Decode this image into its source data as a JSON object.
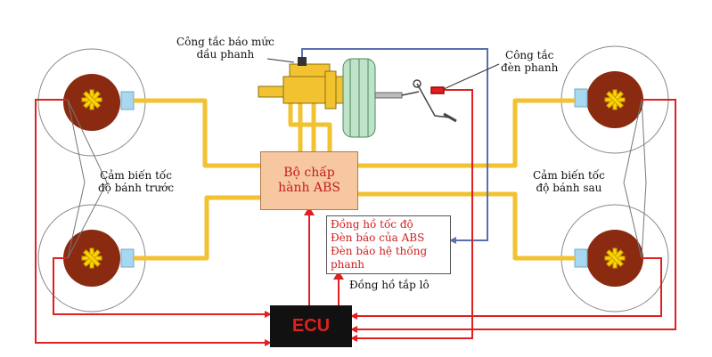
{
  "labels": {
    "master_cylinder_switch": [
      "Công tắc báo mức",
      "dầu phanh"
    ],
    "brake_light_switch": [
      "Công tắc",
      "đèn phanh"
    ],
    "front_sensor": [
      "Cảm biến tốc",
      "độ bánh trước"
    ],
    "rear_sensor": [
      "Cảm biến tốc",
      "độ bánh sau"
    ],
    "abs_actuator": [
      "Bộ chấp",
      "hành ABS"
    ],
    "dashboard_items": [
      "Đồng hồ tốc độ",
      "Đèn báo của ABS",
      "Đèn báo hệ thống",
      "phanh"
    ],
    "dashboard_title": "Đồng hồ tắp lô",
    "ecu": "ECU"
  },
  "colors": {
    "brake_line": "#f2c230",
    "signal_wire": "#e02020",
    "sensor_wire": "#5a6fb0",
    "wheel_hub": "#8a2a10",
    "gear": "#ffd400"
  }
}
